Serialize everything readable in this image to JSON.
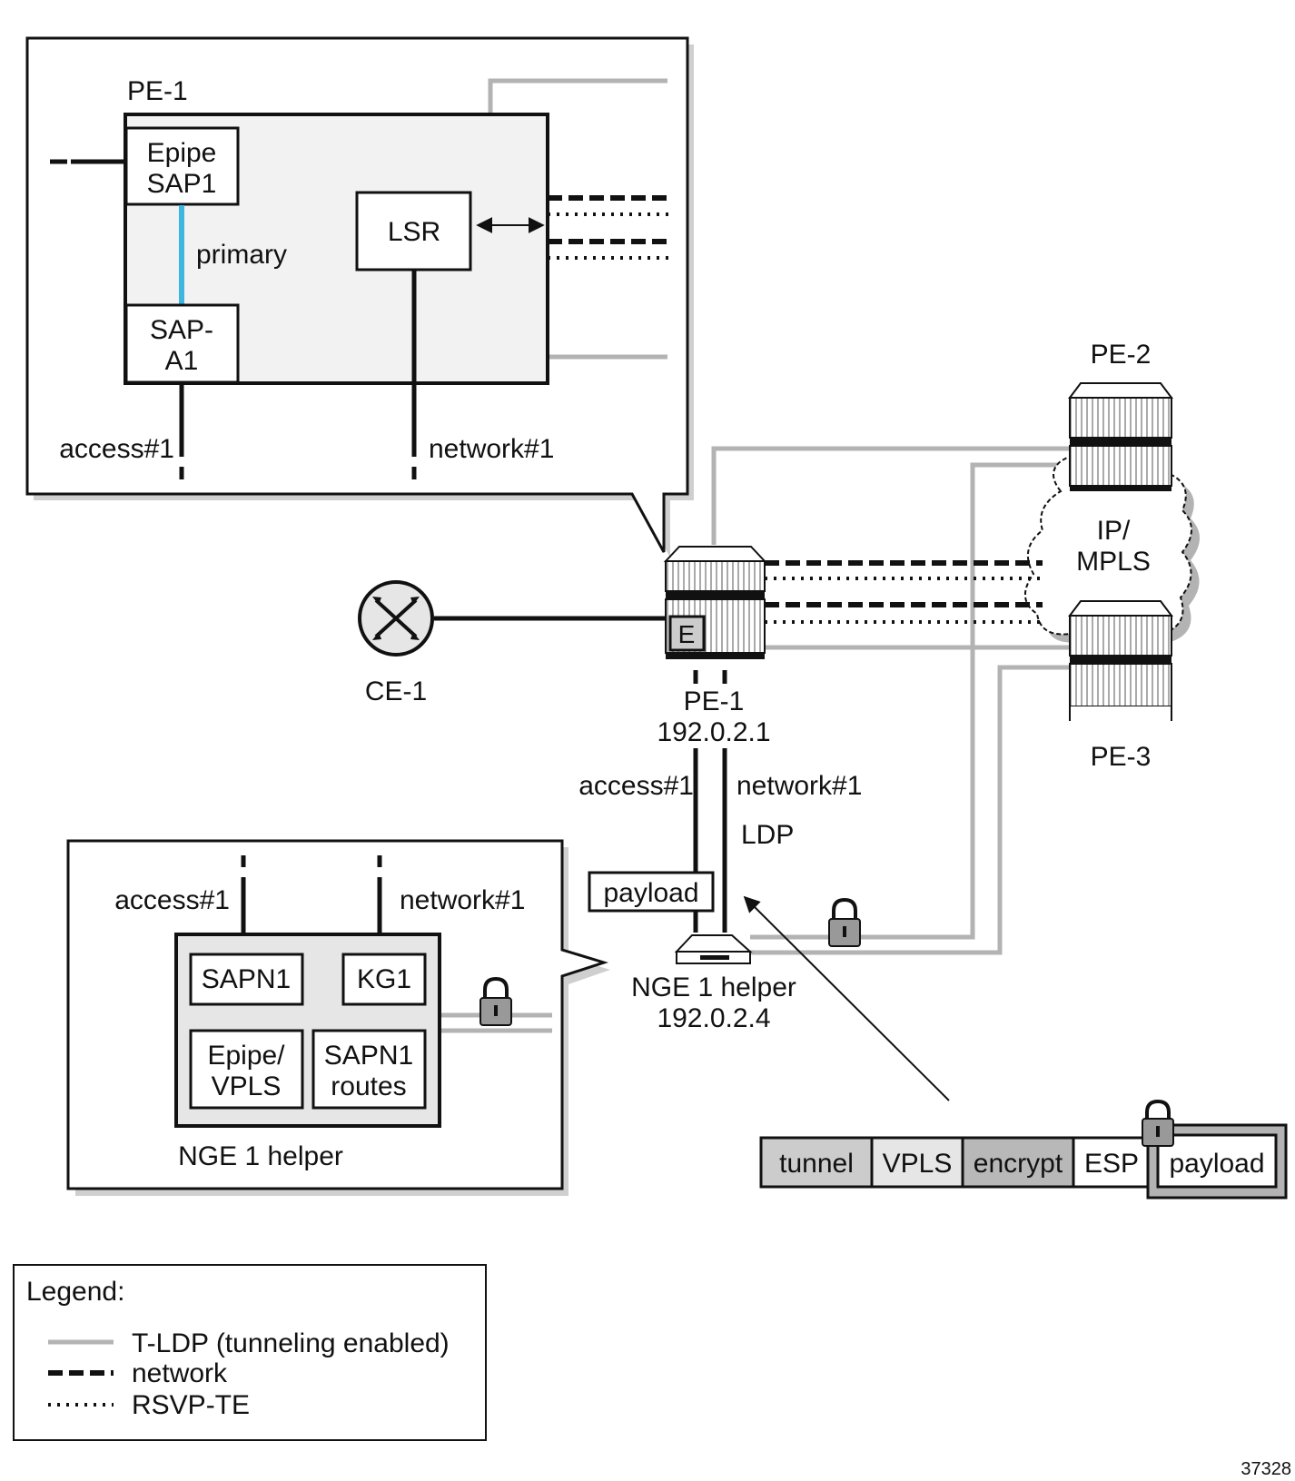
{
  "zoom_callout_pe1": {
    "title": "PE-1",
    "epipe_sap1_line1": "Epipe",
    "epipe_sap1_line2": "SAP1",
    "primary_label": "primary",
    "sap_a1_line1": "SAP-",
    "sap_a1_line2": "A1",
    "lsr_label": "LSR",
    "access_label": "access#1",
    "network_label": "network#1"
  },
  "network": {
    "pe2_label": "PE-2",
    "pe3_label": "PE-3",
    "cloud_line1": "IP/",
    "cloud_line2": "MPLS",
    "ce1_label": "CE-1",
    "pe1_edge_badge": "E",
    "pe1_label": "PE-1",
    "pe1_ip": "192.0.2.1",
    "access_label": "access#1",
    "network_label": "network#1",
    "ldp_label": "LDP",
    "payload_label": "payload",
    "nge_label": "NGE 1 helper",
    "nge_ip": "192.0.2.4"
  },
  "zoom_callout_nge": {
    "access_label": "access#1",
    "network_label": "network#1",
    "sapn1_label": "SAPN1",
    "kg1_label": "KG1",
    "epipe_vpls_line1": "Epipe/",
    "epipe_vpls_line2": "VPLS",
    "sapn1_routes_line1": "SAPN1",
    "sapn1_routes_line2": "routes",
    "title": "NGE 1 helper"
  },
  "packet": {
    "fields": [
      "tunnel",
      "VPLS",
      "encrypt",
      "ESP",
      "payload"
    ]
  },
  "legend": {
    "title": "Legend:",
    "items": [
      "T-LDP (tunneling enabled)",
      "network",
      "RSVP-TE"
    ]
  },
  "figure_id": "37328",
  "colors": {
    "tldp_gray": "#b3b3b3",
    "primary_blue": "#3fb6e0",
    "node_fill": "#f2f2f2",
    "nge_fill": "#e6e6e6",
    "tunnel_fill": "#cccccc",
    "vpls_fill": "#e6e6e6",
    "encrypt_fill": "#b8b8b8"
  }
}
